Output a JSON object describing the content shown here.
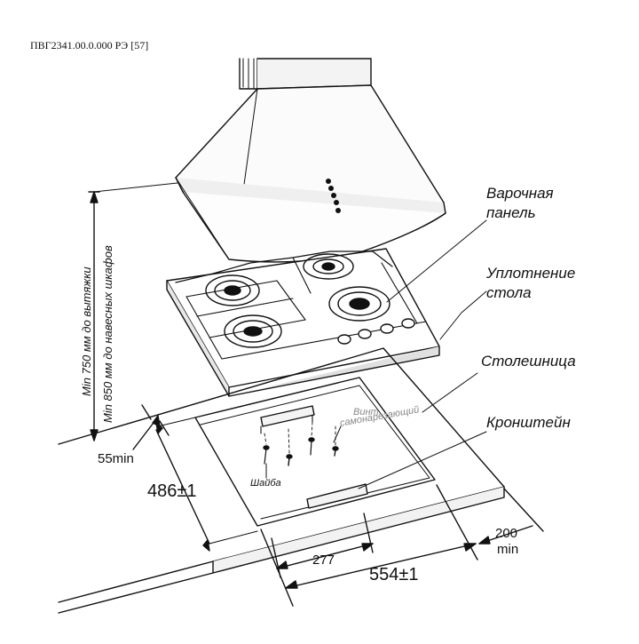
{
  "document": {
    "code": "ПВГ2341.00.0.000 РЭ [57]"
  },
  "labels": {
    "hob_line1": "Варочная",
    "hob_line2": "панель",
    "seal_line1": "Уплотнение",
    "seal_line2": "стола",
    "countertop": "Столешница",
    "bracket": "Кронштейн",
    "washer": "Шайба",
    "screw_line1": "Винт",
    "screw_line2": "самонарезающий"
  },
  "vertical_notes": {
    "hood_min": "Min 750 мм до вытяжки",
    "cabinets_min": "Min 850 мм до навесных шкафов"
  },
  "dimensions": {
    "edge_min": "55min",
    "cutout_depth": "486±1",
    "wall_gap_value": "200",
    "wall_gap_unit": "min",
    "bracket_spacing": "277",
    "cutout_width": "554±1"
  },
  "colors": {
    "line": "#111111",
    "shade": "#dcdcdc",
    "note": "#888888"
  }
}
